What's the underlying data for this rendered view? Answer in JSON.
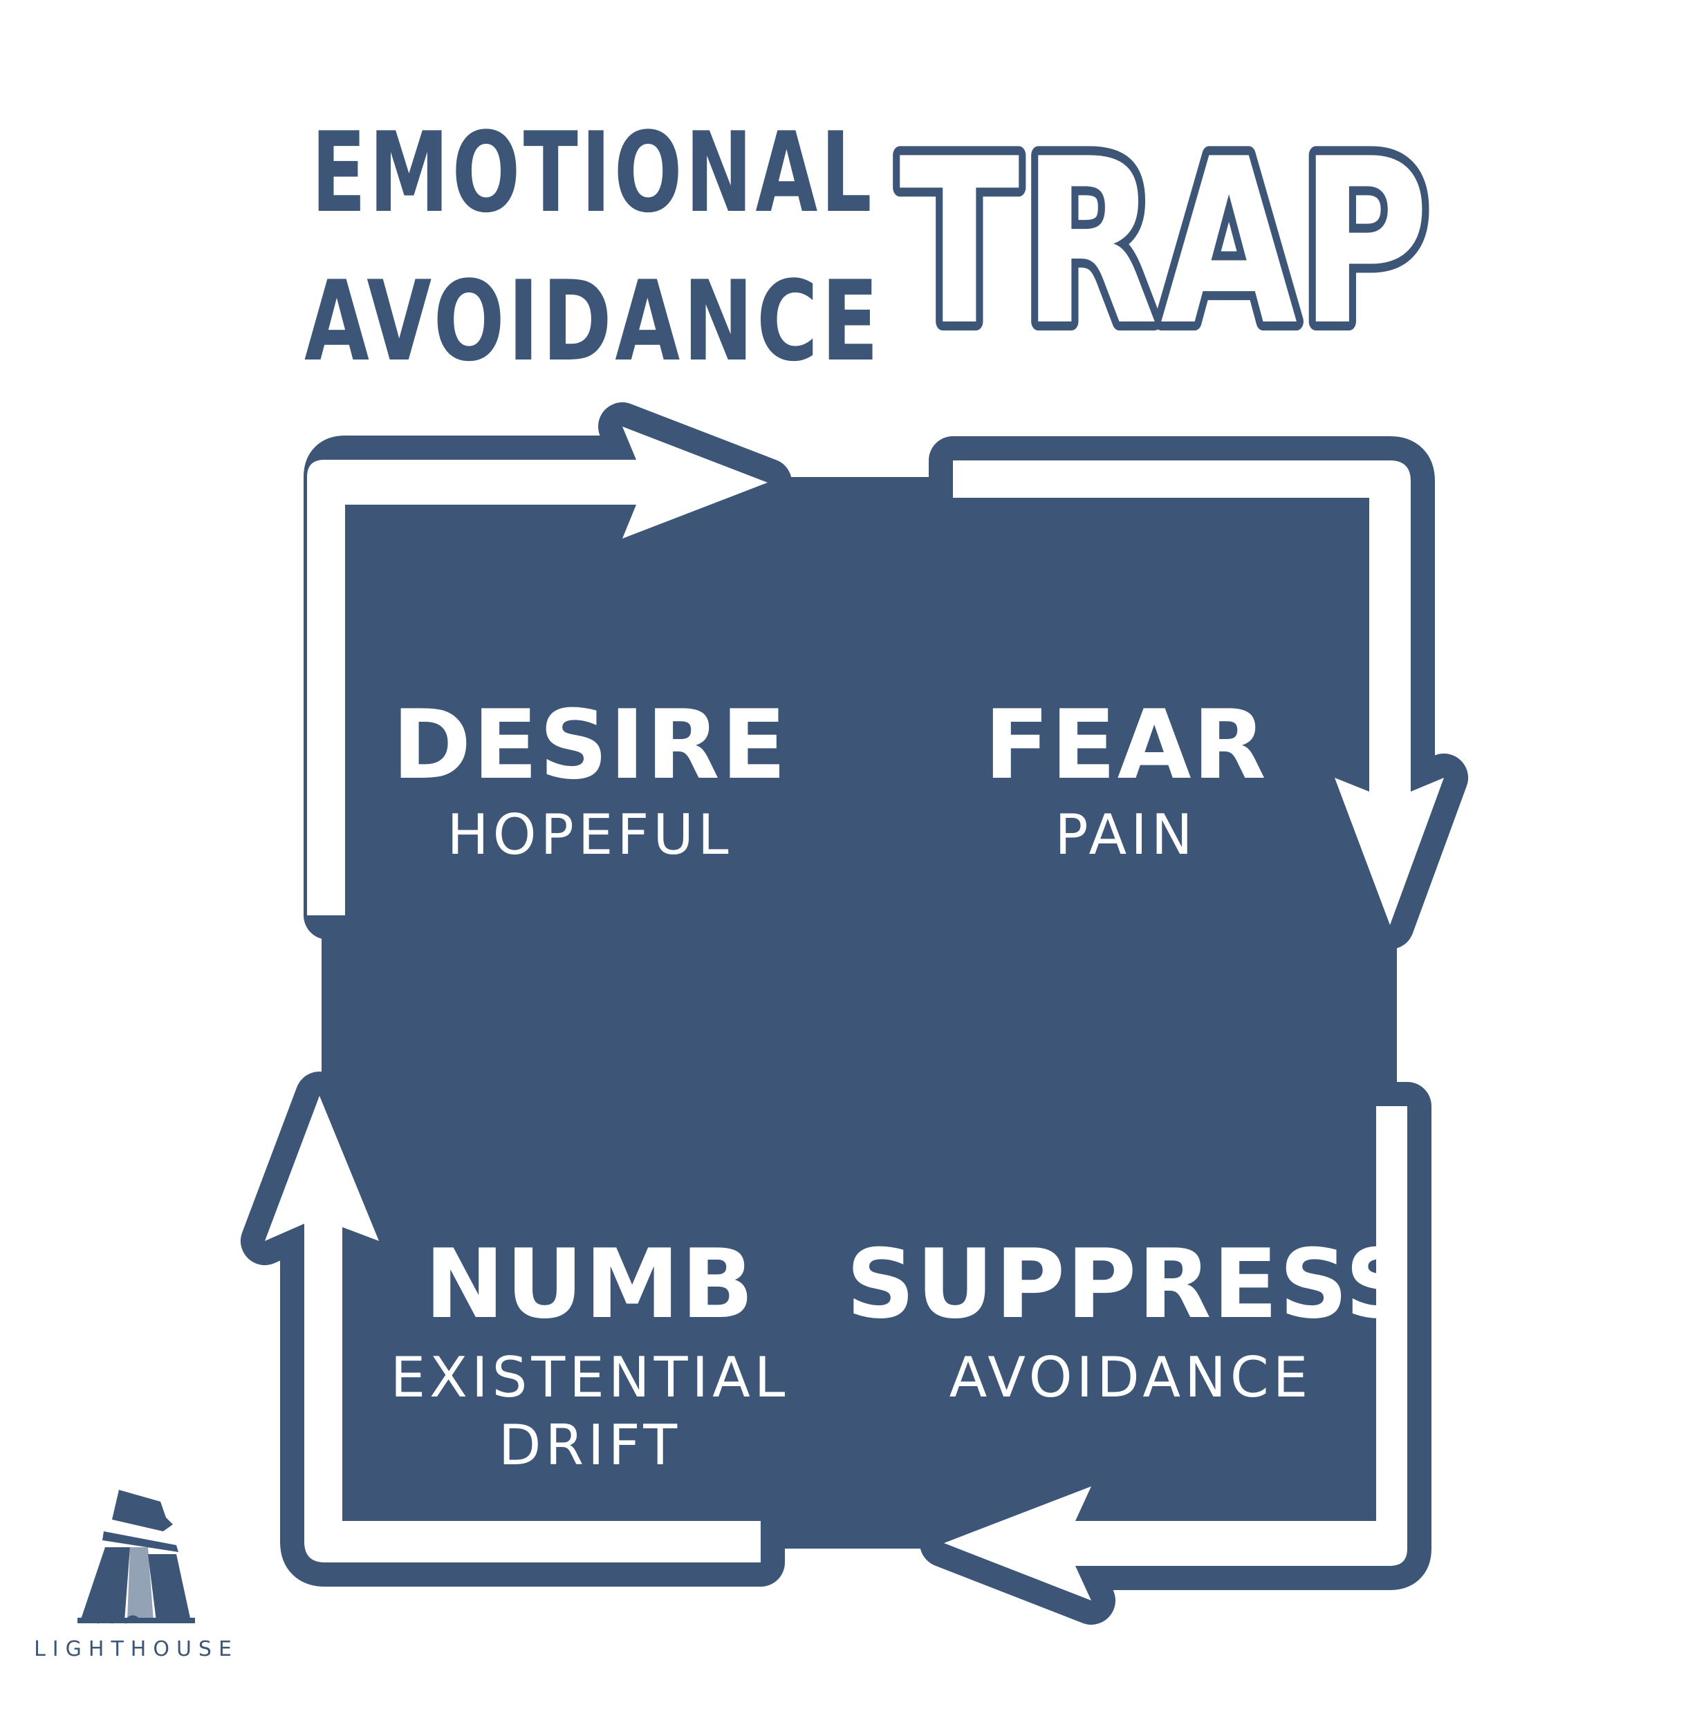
{
  "colors": {
    "navy": "#3d5678",
    "white": "#ffffff"
  },
  "title": {
    "line1": "EMOTIONAL",
    "line2": "AVOIDANCE",
    "big": "TRAP"
  },
  "quadrants": {
    "desire": {
      "title": "DESIRE",
      "sub": "HOPEFUL"
    },
    "fear": {
      "title": "FEAR",
      "sub": "PAIN"
    },
    "numb": {
      "title": "NUMB",
      "sub1": "EXISTENTIAL",
      "sub2": "DRIFT"
    },
    "suppress": {
      "title": "SUPPRESS",
      "sub": "AVOIDANCE"
    }
  },
  "logo": {
    "icon": "lighthouse-icon",
    "text": "LIGHTHOUSE"
  }
}
